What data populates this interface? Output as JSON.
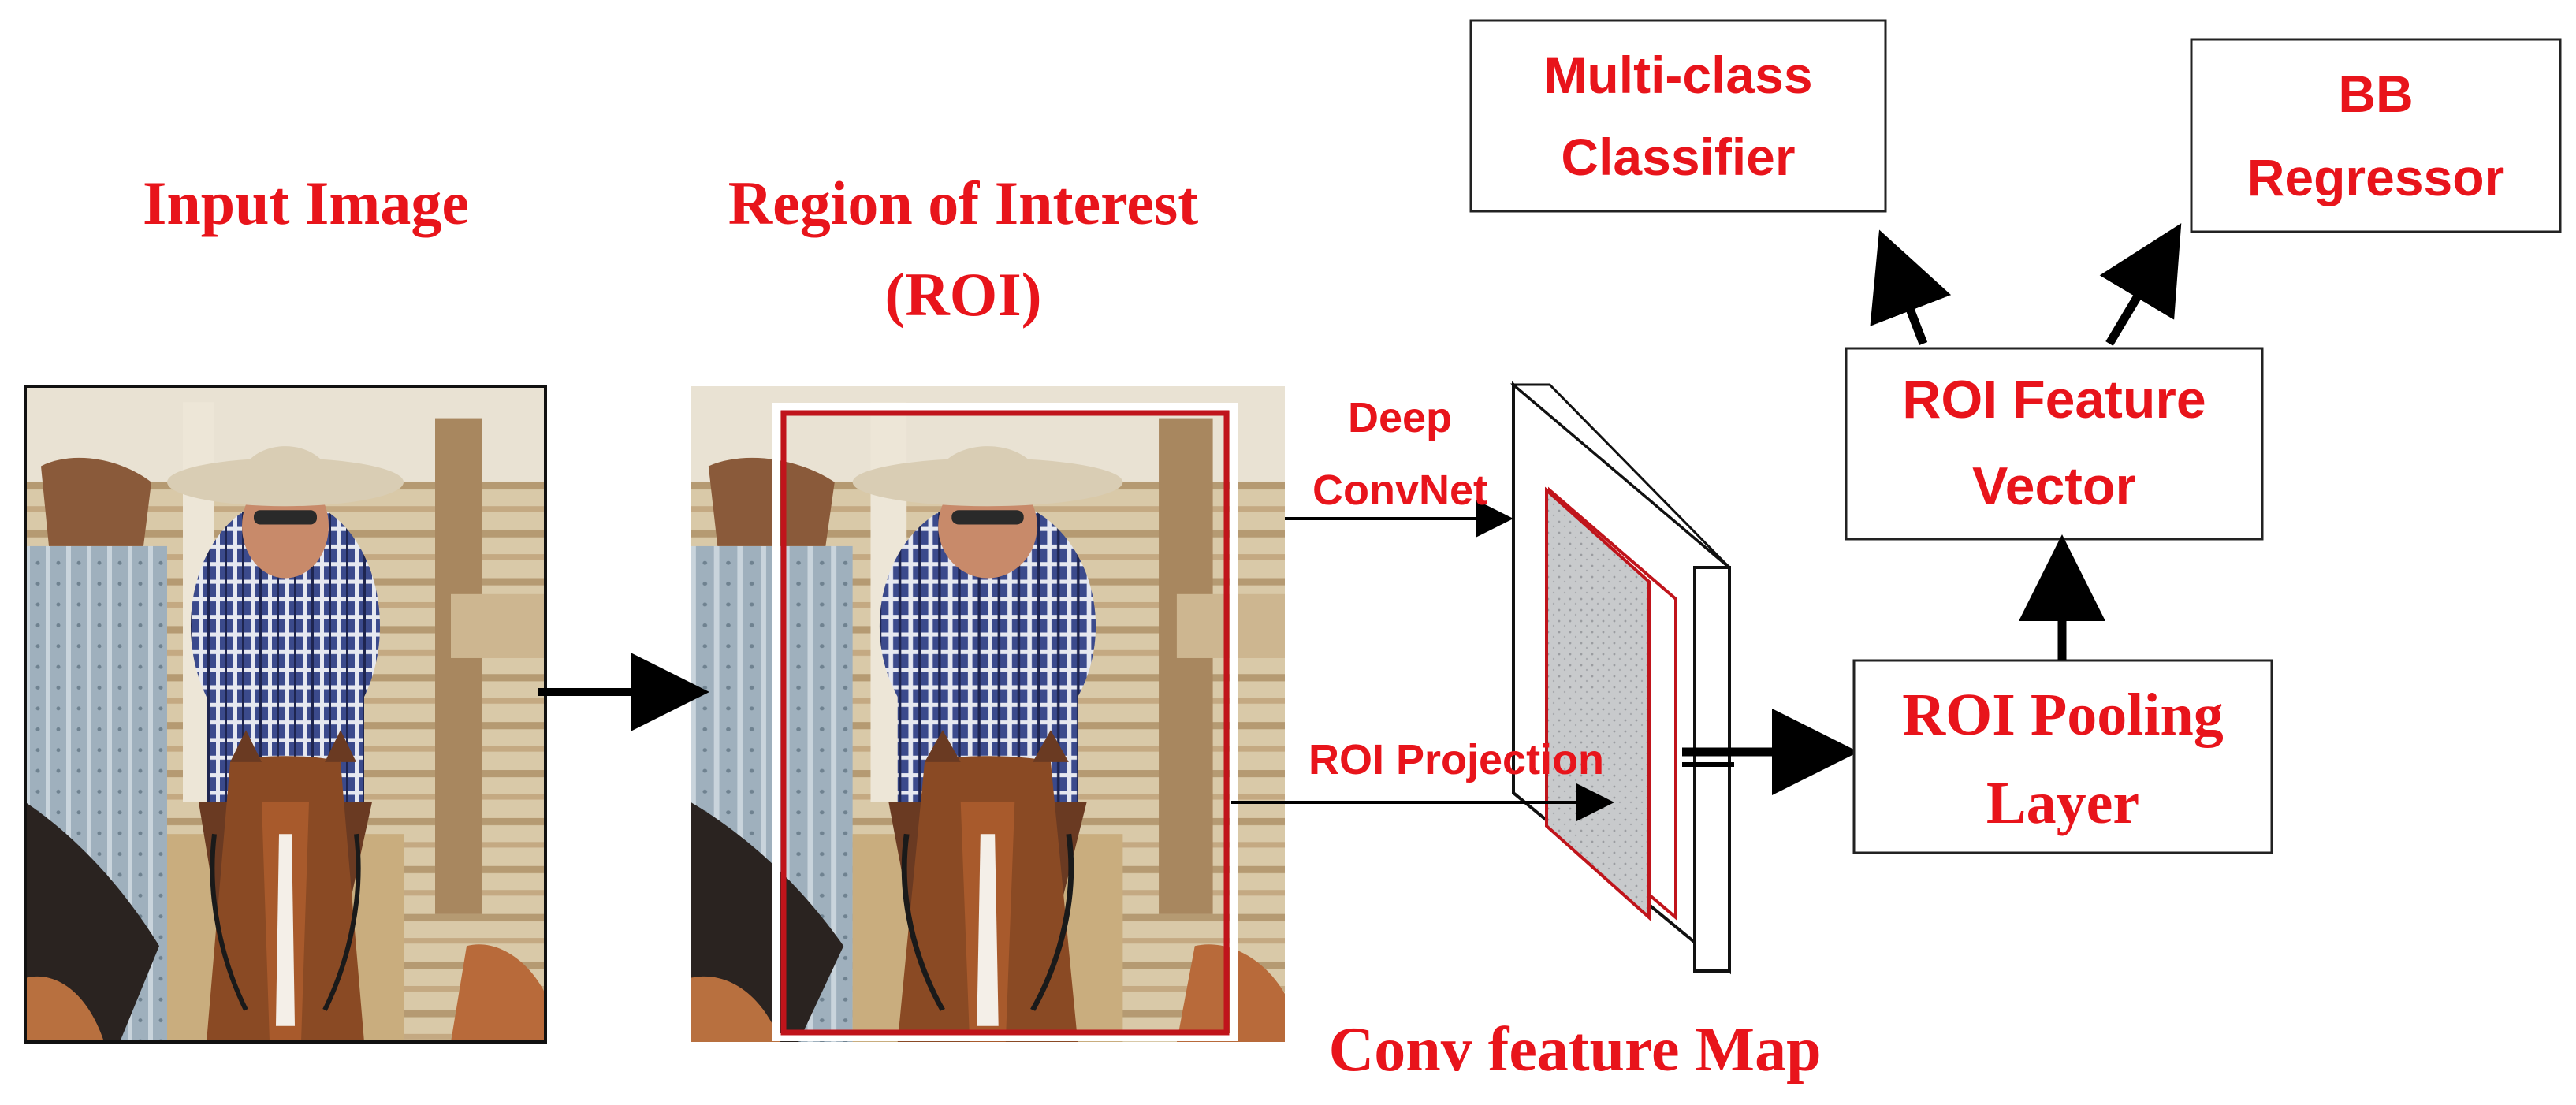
{
  "labels": {
    "input_image": "Input Image",
    "roi_line1": "Region of Interest",
    "roi_line2": "(ROI)",
    "deep_line1": "Deep",
    "deep_line2": "ConvNet",
    "roi_projection": "ROI Projection",
    "conv_feature_map": "Conv feature Map"
  },
  "boxes": {
    "classifier": {
      "line1": "Multi-class",
      "line2": "Classifier"
    },
    "regressor": {
      "line1": "BB",
      "line2": "Regressor"
    },
    "feature_vector": {
      "line1": "ROI Feature",
      "line2": "Vector"
    },
    "pooling": {
      "line1": "ROI Pooling",
      "line2": "Layer"
    }
  },
  "colors": {
    "label_red": "#e8141b",
    "roi_box_red": "#c0141b",
    "feature_map_grey": "#c8cacc",
    "box_border": "#222222"
  }
}
